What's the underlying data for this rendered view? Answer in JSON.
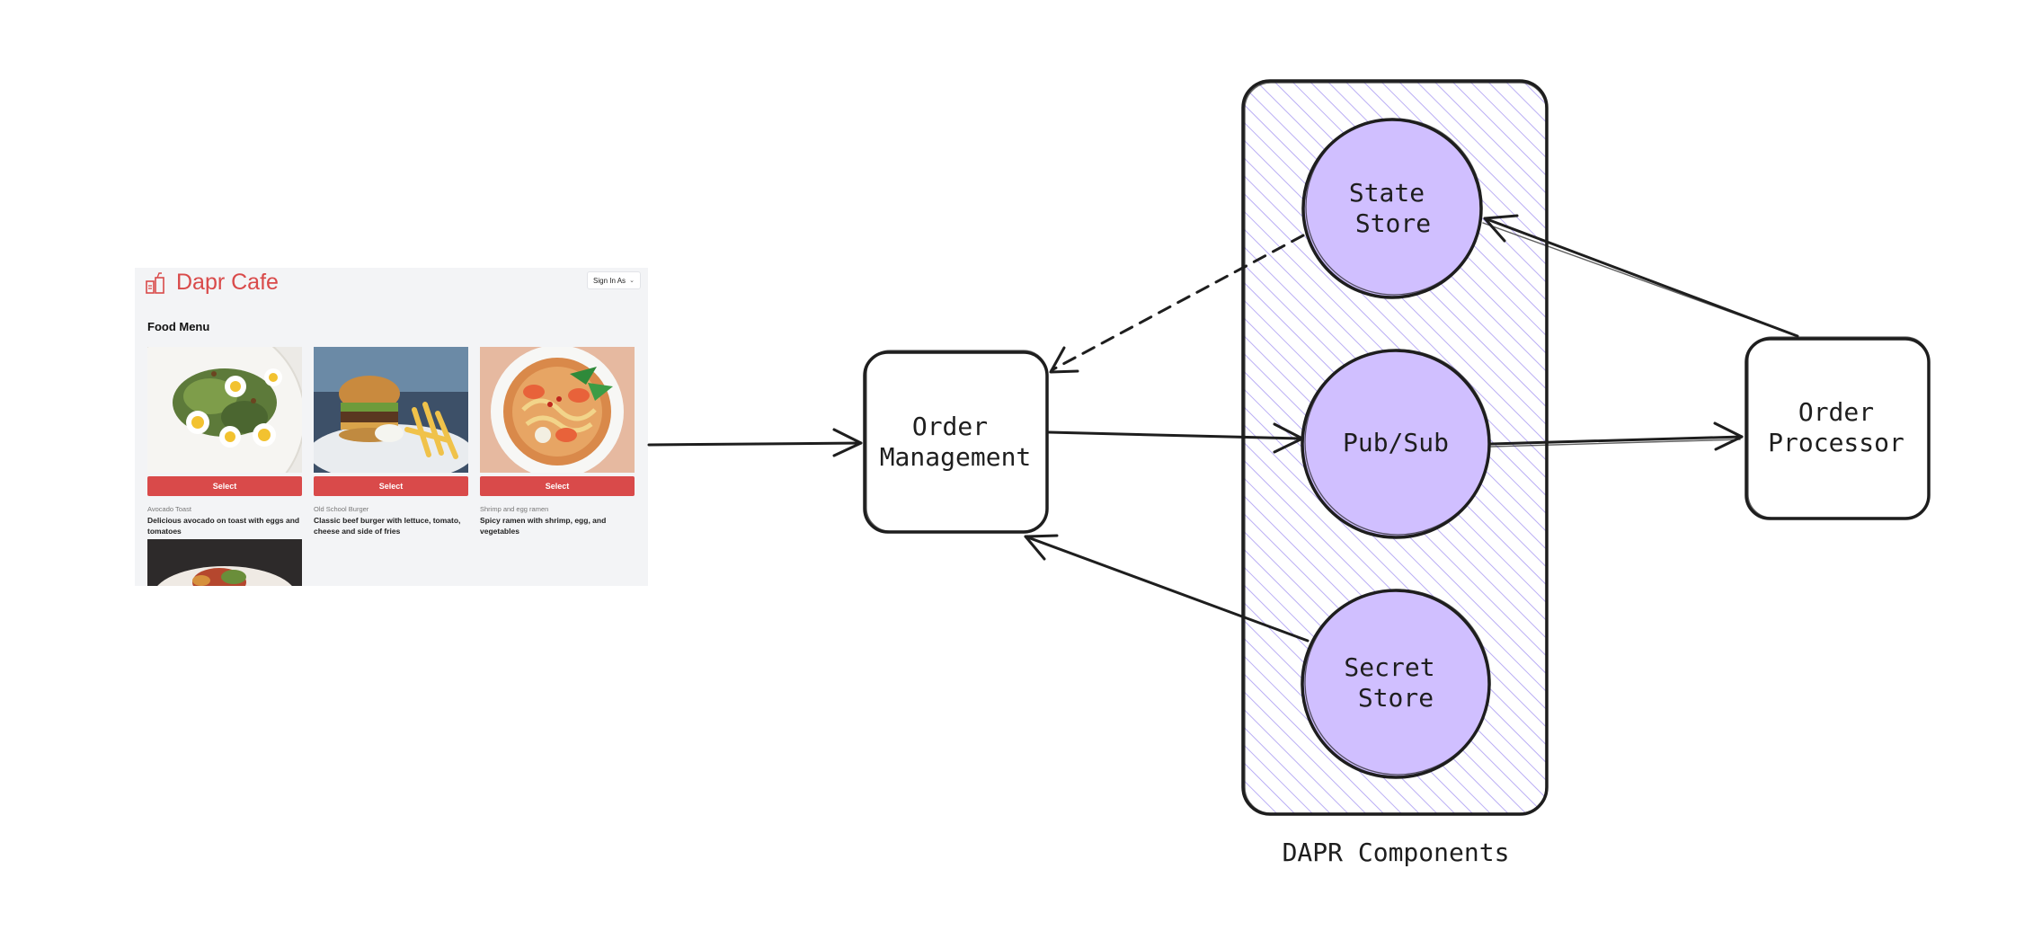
{
  "app": {
    "title": "Dapr Cafe",
    "signin_label": "Sign In As",
    "menu_heading": "Food Menu",
    "brand_color": "#d94a4a",
    "cards": [
      {
        "name": "Avocado Toast",
        "description": "Delicious avocado on toast with eggs and tomatoes",
        "button": "Select"
      },
      {
        "name": "Old School Burger",
        "description": "Classic beef burger with lettuce, tomato, cheese and side of fries",
        "button": "Select"
      },
      {
        "name": "Shrimp and egg ramen",
        "description": "Spicy ramen with shrimp, egg, and vegetables",
        "button": "Select"
      }
    ]
  },
  "diagram": {
    "order_management": [
      "Order",
      "Management"
    ],
    "order_processor": [
      "Order",
      "Processor"
    ],
    "state_store": [
      "State",
      "Store"
    ],
    "pubsub": [
      "Pub/Sub"
    ],
    "secret_store": [
      "Secret",
      "Store"
    ],
    "components_caption": "DAPR Components",
    "component_fill": "#d0bfff",
    "hatch_color": "#9f8ff0",
    "stroke_color": "#1e1e1e"
  }
}
